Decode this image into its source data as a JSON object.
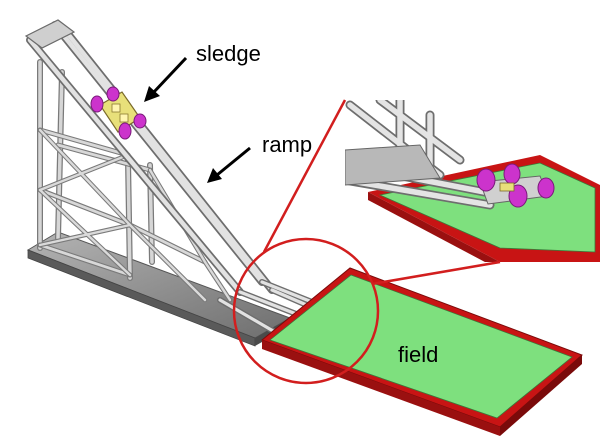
{
  "labels": {
    "sledge": "sledge",
    "ramp": "ramp",
    "field": "field"
  },
  "colors": {
    "field_fill": "#7ee07e",
    "field_border": "#c81414",
    "callout": "#d21e1e",
    "steel": "#c8c8c8",
    "steel_dark": "#7a7a7a",
    "base_plate": "#9a9a9a",
    "sledge": "#cc33cc",
    "sledge_body": "#e8e07a"
  },
  "icons": [
    "arrow-sledge-icon",
    "arrow-ramp-icon"
  ]
}
